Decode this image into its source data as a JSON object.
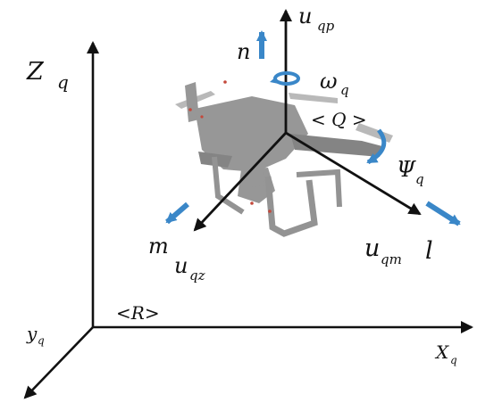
{
  "labels": {
    "inertial_z": "Z",
    "inertial_z_sub": "q",
    "inertial_y": "y",
    "inertial_y_sub": "q",
    "inertial_x": "X",
    "inertial_x_sub": "q",
    "inertial_frame": "<R>",
    "body_frame": "< Q >",
    "vertical_force": "u",
    "vertical_force_sub": "qp",
    "normal_axis": "n",
    "angular_rate": "ω",
    "angular_rate_sub": "q",
    "yaw_angle": "Ψ",
    "yaw_angle_sub": "q",
    "m_axis": "m",
    "m_force": "u",
    "m_force_sub": "qz",
    "l_force": "u",
    "l_force_sub": "qm",
    "l_axis": "l"
  },
  "colors": {
    "axis": "#111111",
    "arrow_blue": "#3a87c8",
    "drone_gray": "#8f8f8f"
  }
}
